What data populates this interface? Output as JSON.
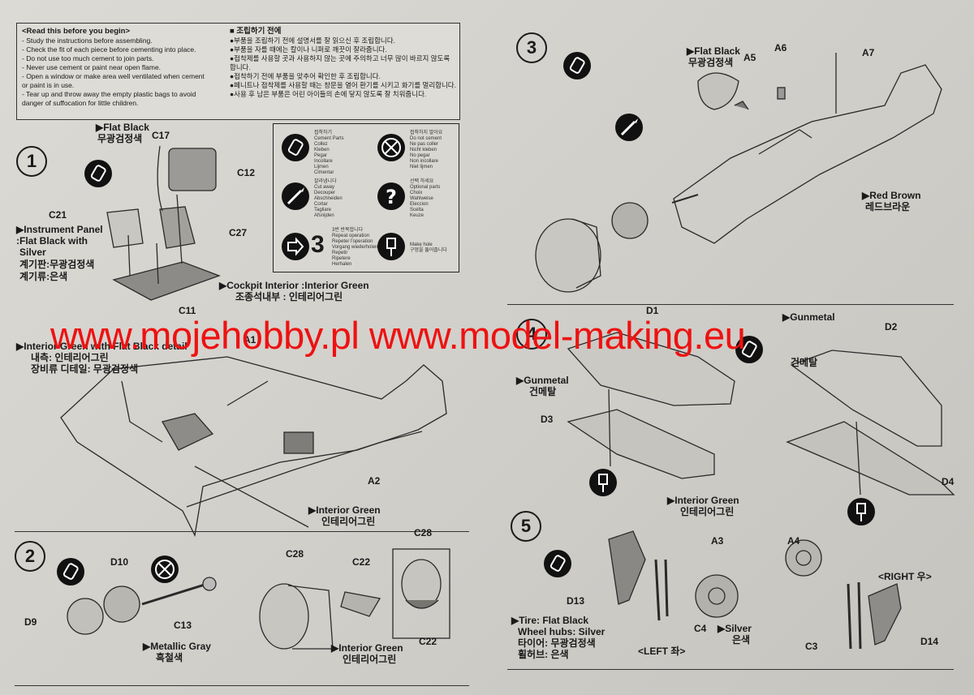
{
  "read_box": {
    "en_title": "<Read this before you begin>",
    "en_lines": [
      "- Study the instructions before assembling.",
      "- Check the fit of each piece before cementing into place.",
      "- Do not use too much cement to join parts.",
      "- Never use cement or paint near open flame.",
      "- Open a window or make area well ventilated when cement",
      "  or paint is in use.",
      "- Tear up and throw away the empty plastic bags to avoid",
      "  danger of suffocation for little children."
    ],
    "kr_title": "■ 조립하기 전에",
    "kr_lines": [
      "●부품을 조립하기 전에 설명서를 잘 읽으신 후 조립합니다.",
      "●부품을 자를 때에는 칼이나 니퍼로 깨끗이 잘라줍니다.",
      "●접착제를 사용할 곳과 사용하지 않는 곳에 주의하고 너무 많이 바르지 않도록 합니다.",
      "●접착하기 전에 부품을 맞추어 확인한 후 조립합니다.",
      "●페니트나 접착제를 사용할 때는 창문을 열어 환기를 시키고 화기를 멀리합니다.",
      "●사용 후 남은 부품은 어린 아이들의 손에 닿지 않도록 잘 치워줍니다."
    ]
  },
  "legend": {
    "symbols": [
      {
        "icon": "cement-tube-icon",
        "text": "접착하기\nCement Parts\nCollez\nKleben\nPegar\nIncollare\nLijmen\nCimentar"
      },
      {
        "icon": "no-cement-icon",
        "text": "접착하지 말아요\nDo not cement\nNe pas coller\nNicht kleben\nNo pegar\nNon incollare\nNiet lijmen"
      },
      {
        "icon": "hobby-knife-icon",
        "text": "잘라냅니다\nCut away\nDecouper\nAbschneiden\nCortar\nTagliare\nAfsnijden"
      },
      {
        "icon": "question-icon",
        "text": "선택 하세요\nOptional parts\nChoix\nWahlweise\nEleccion\nScelta\nKeuze"
      },
      {
        "icon": "repeat-icon",
        "text": "3번 반복합니다\nRepeat operation\nRepeter l'operation\nVorgang wiederholen\nRepetir\nRipetere\nHerhalen"
      },
      {
        "icon": "drill-icon",
        "text": "Make hole\n구멍을 뚫어줍니다"
      }
    ],
    "repeat_count": "3"
  },
  "steps": [
    "1",
    "2",
    "3",
    "4",
    "5"
  ],
  "labels": {
    "s1_flat_black_en": "▶Flat Black",
    "s1_flat_black_kr": "무광검정색",
    "c17": "C17",
    "c12": "C12",
    "c21": "C21",
    "c27": "C27",
    "c11": "C11",
    "instrument_en1": "▶Instrument Panel",
    "instrument_en2": ":Flat Black with",
    "instrument_en3": "Silver",
    "instrument_kr1": "계기판:무광검정색",
    "instrument_kr2": "계기류:은색",
    "cockpit_en": "▶Cockpit Interior :Interior Green",
    "cockpit_kr": "조종석내부 : 인테리어그린",
    "fuse_en": "▶Interior Green with Flat Black detail",
    "fuse_kr1": "내측: 인테리어그린",
    "fuse_kr2": "장비류 디테일: 무광검정색",
    "a1": "A1",
    "a2": "A2",
    "fuse_ig_en": "▶Interior Green",
    "fuse_ig_kr": "인테리어그린",
    "d10": "D10",
    "d9": "D9",
    "c13": "C13",
    "metallic_en": "▶Metallic Gray",
    "metallic_kr": "흑철색",
    "c28a": "C28",
    "c22a": "C22",
    "c28b": "C28",
    "c22b": "C22",
    "s2_ig_en": "▶Interior Green",
    "s2_ig_kr": "인테리어그린",
    "s3_flat_black_en": "▶Flat Black",
    "s3_flat_black_kr": "무광검정색",
    "a5": "A5",
    "a6": "A6",
    "a7": "A7",
    "red_brown_en": "▶Red Brown",
    "red_brown_kr": "레드브라운",
    "d1": "D1",
    "d2": "D2",
    "d3": "D3",
    "d4": "D4",
    "gunmetal_en": "▶Gunmetal",
    "gunmetal_kr": "건메탈",
    "gunmetal2_en": "▶Gunmetal",
    "gunmetal2_kr": "건메탈",
    "s5_ig_en": "▶Interior Green",
    "s5_ig_kr": "인테리어그린",
    "a3": "A3",
    "a4": "A4",
    "d13": "D13",
    "c4": "C4",
    "c3": "C3",
    "d14": "D14",
    "silver_en": "▶Silver",
    "silver_kr": "은색",
    "tire_en1": "▶Tire: Flat Black",
    "tire_en2": "Wheel hubs: Silver",
    "tire_kr1": "타이어: 무광검정색",
    "tire_kr2": "휠허브: 은색",
    "left": "<LEFT 좌>",
    "right": "<RIGHT 우>"
  },
  "watermark": "www.mojehobby.pl www.model-making.eu",
  "colors": {
    "watermark": "#ee1111",
    "ink": "#1a1a1a",
    "paper": "#d6d4cf"
  }
}
